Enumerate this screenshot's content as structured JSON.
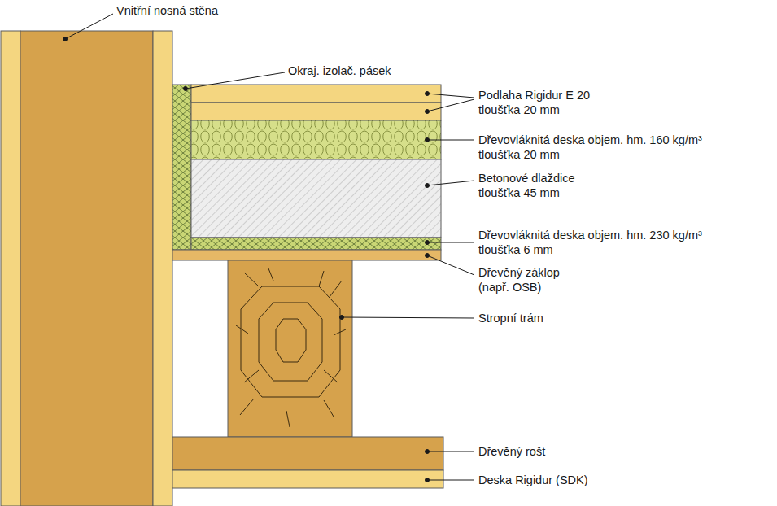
{
  "diagram": {
    "labels": [
      "Vnitřní nosná stěna",
      "Okraj. izolač. pásek",
      "Podlaha Rigidur E 20 tloušťka 20 mm",
      "Dřevovláknitá deska objem. hm. 160 kg/m³ tloušťka 20 mm",
      "Betonové dlaždice tloušťka 45 mm",
      "Dřevovláknitá deska objem. hm. 230 kg/m³ tloušťka 6 mm",
      "Dřevěný záklop (např. OSB)",
      "Stropní trám",
      "Dřevěný rošt",
      "Deska Rigidur (SDK)"
    ]
  }
}
